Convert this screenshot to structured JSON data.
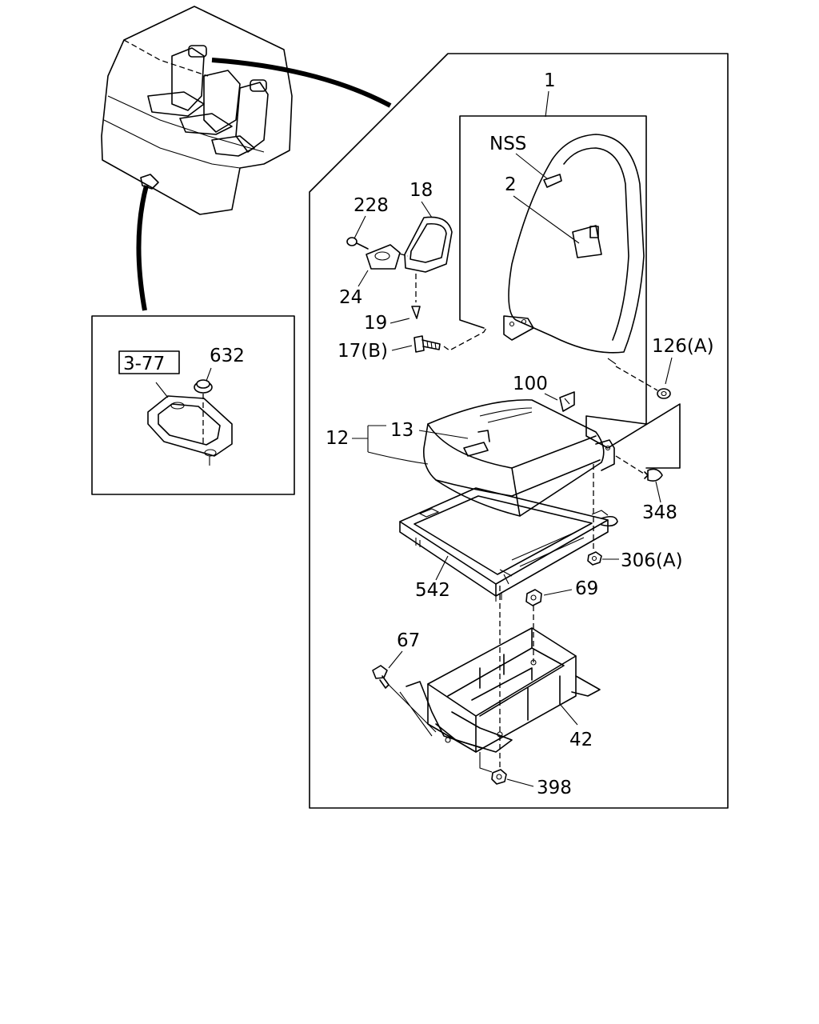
{
  "labels": {
    "seat_assembly": "1",
    "nss": "NSS",
    "backrest": "2",
    "knob_18": "18",
    "screw_228": "228",
    "knob_24": "24",
    "screw_19": "19",
    "bolt_17b": "17(B)",
    "washer_126a": "126(A)",
    "clip_100": "100",
    "cushion_12": "12",
    "cushion_13": "13",
    "clip_348": "348",
    "nut_306a": "306(A)",
    "rail_542": "542",
    "nut_69": "69",
    "bolt_67": "67",
    "bracket_42": "42",
    "nut_398": "398",
    "ref_3_77": "3-77",
    "grommet_632": "632"
  }
}
